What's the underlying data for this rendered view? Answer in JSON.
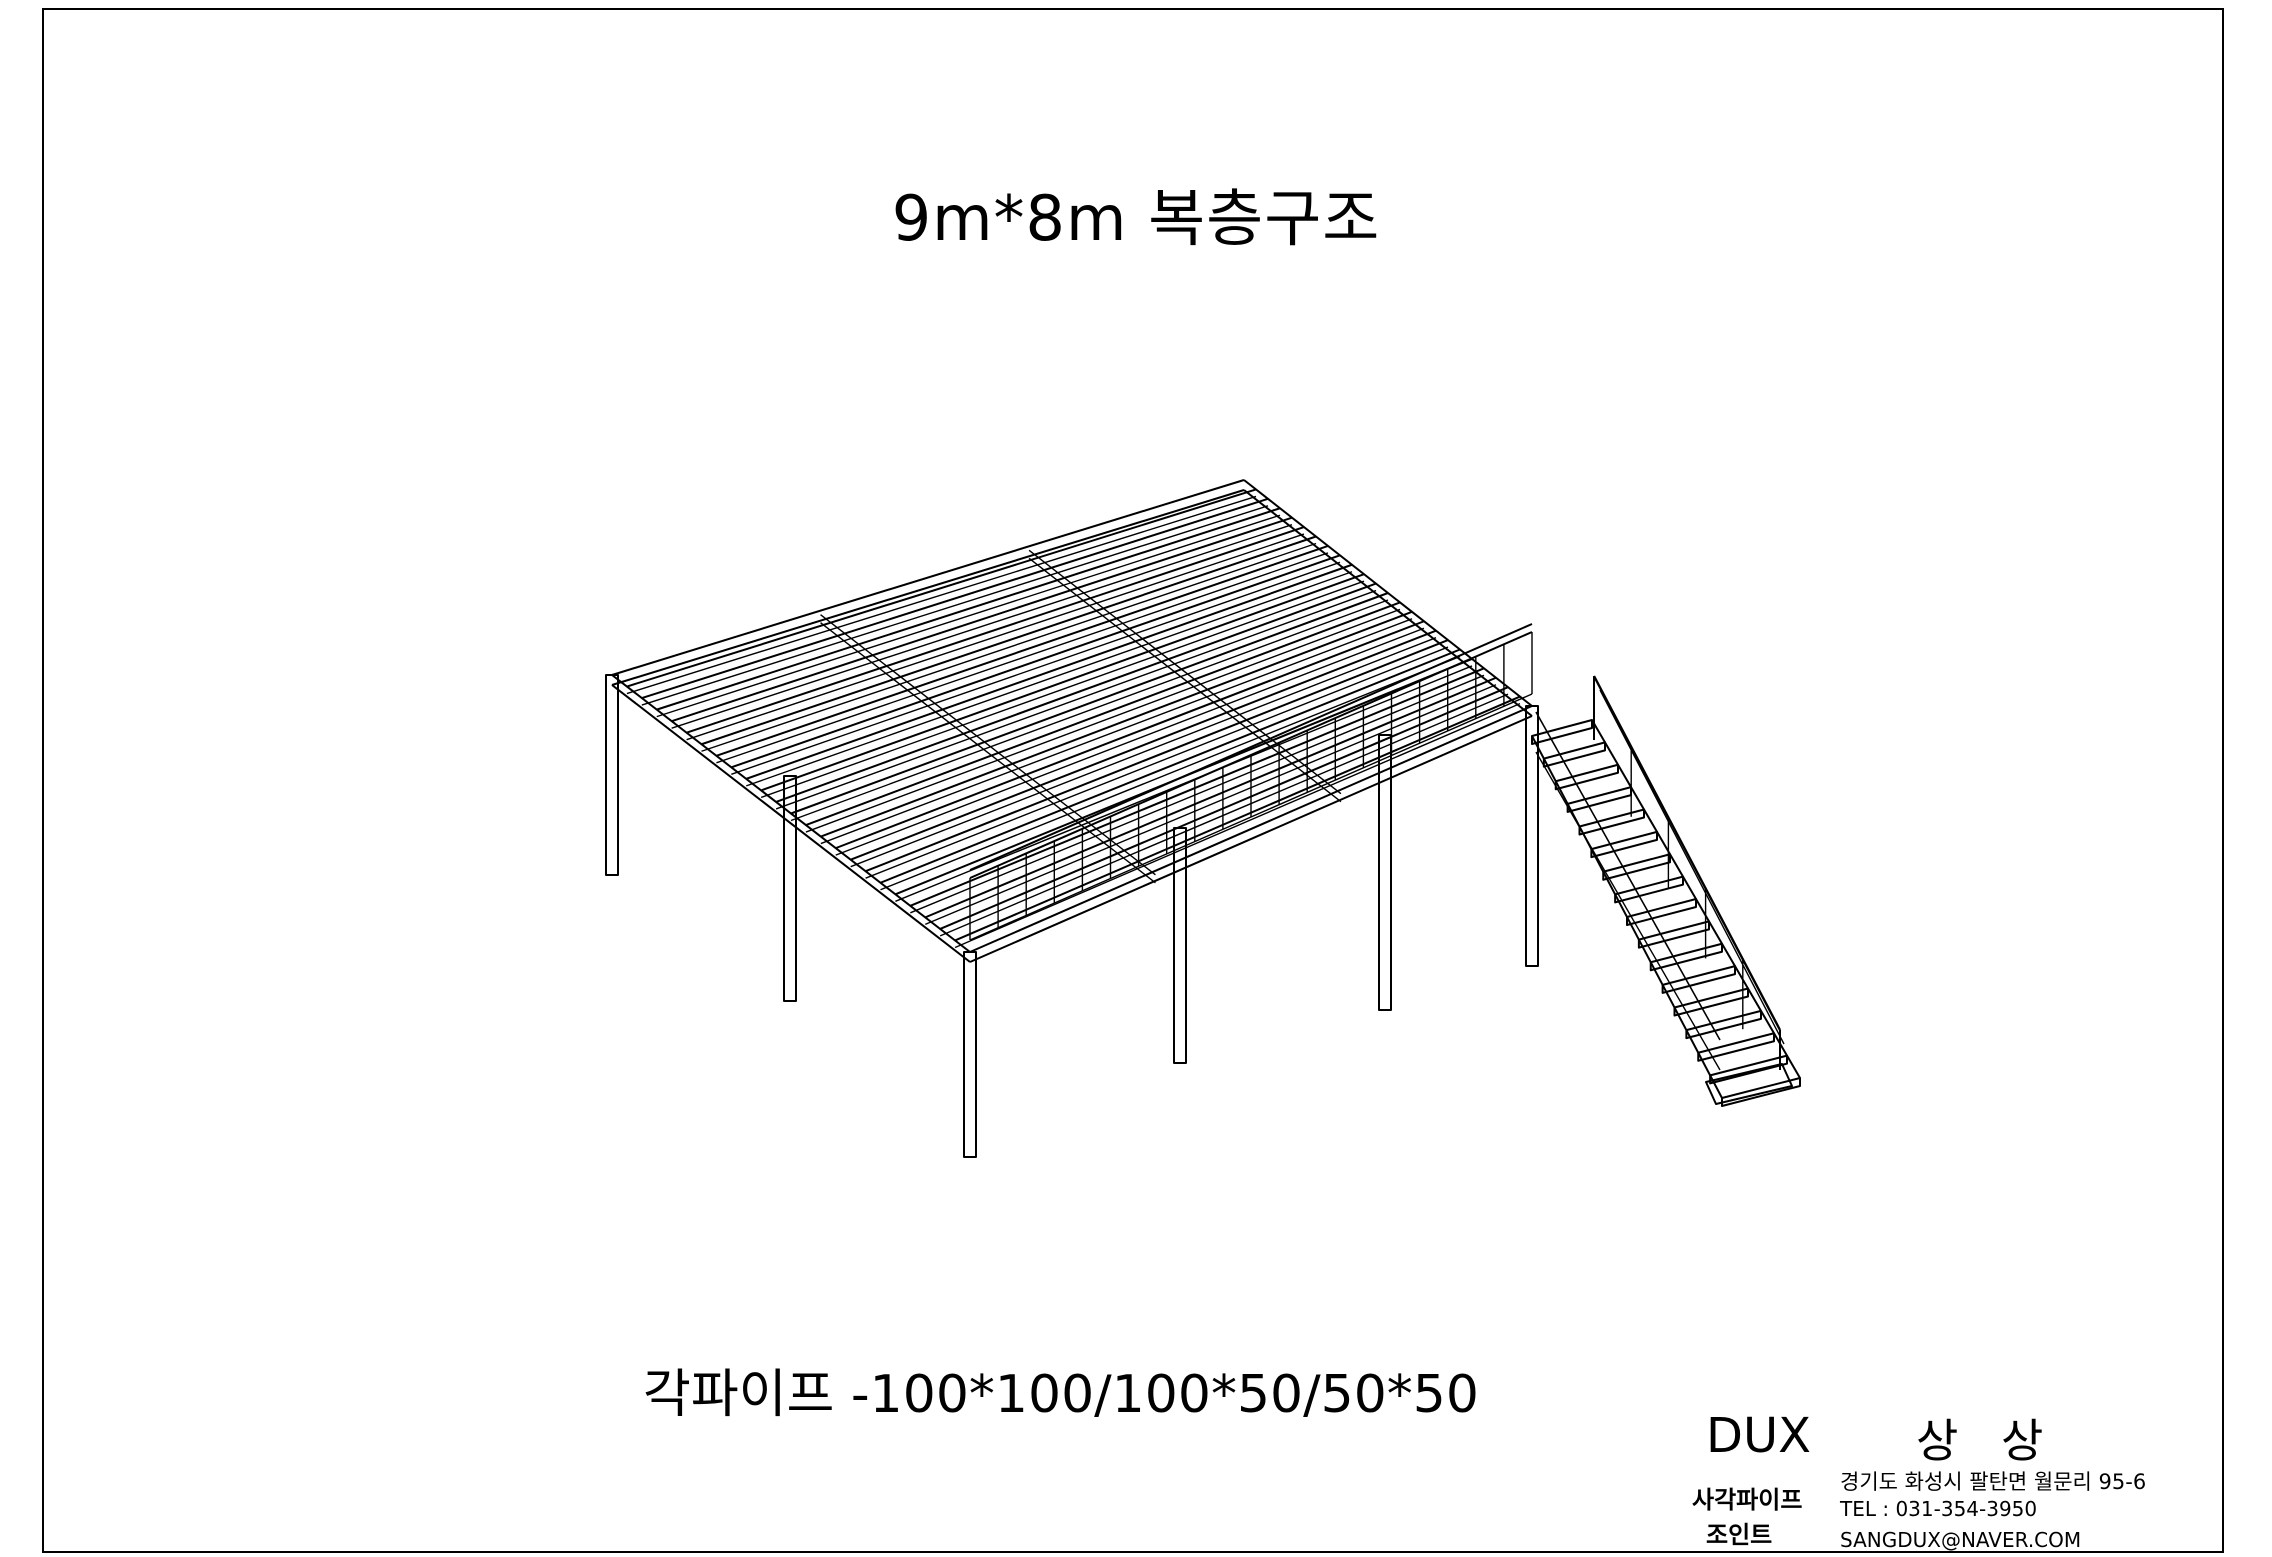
{
  "drawing": {
    "title": "9m*8m 복층구조",
    "spec": "각파이프 -100*100/100*50/50*50"
  },
  "title_block": {
    "brand": "DUX",
    "brand_korean": "상 상",
    "product_line1": "사각파이프",
    "product_line2": "조인트",
    "address": "경기도 화성시 팔탄면 월문리 95-6",
    "tel": "TEL : 031-354-3950",
    "email": "SANGDUX@NAVER.COM"
  },
  "colors": {
    "line": "#000000",
    "background": "#ffffff"
  }
}
